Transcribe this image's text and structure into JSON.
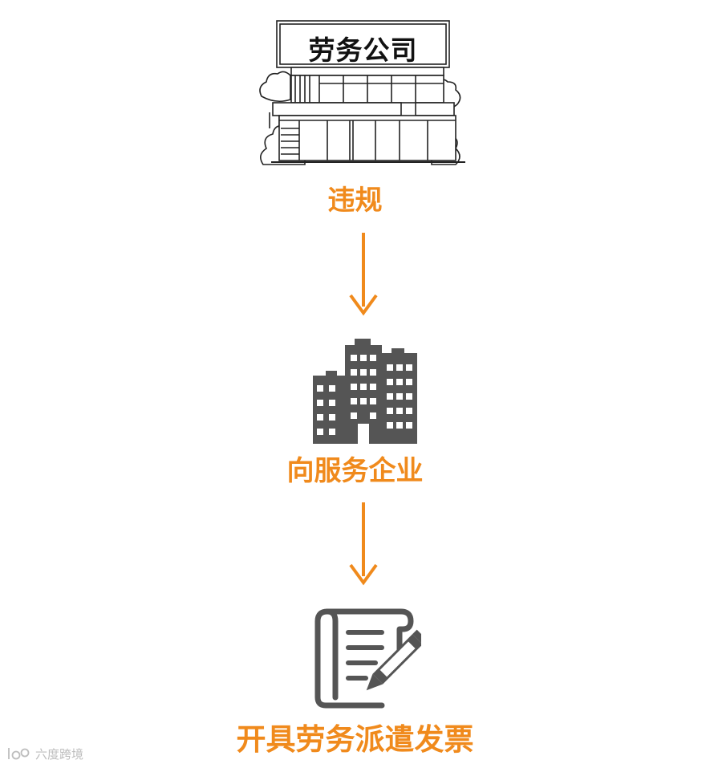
{
  "company": {
    "sign_text": "劳务公司",
    "icon": "storefront-icon"
  },
  "steps": [
    {
      "label": "违规",
      "icon": "arrow-down-icon"
    },
    {
      "label": "向服务企业",
      "icon": "office-buildings-icon"
    },
    {
      "label": "开具劳务派遣发票",
      "icon": "document-pen-icon"
    }
  ],
  "watermark": {
    "text": "六度跨境",
    "logo": "watermark-logo-icon"
  },
  "colors": {
    "accent": "#f08a1c",
    "icon_gray": "#555555",
    "line": "#222222"
  }
}
